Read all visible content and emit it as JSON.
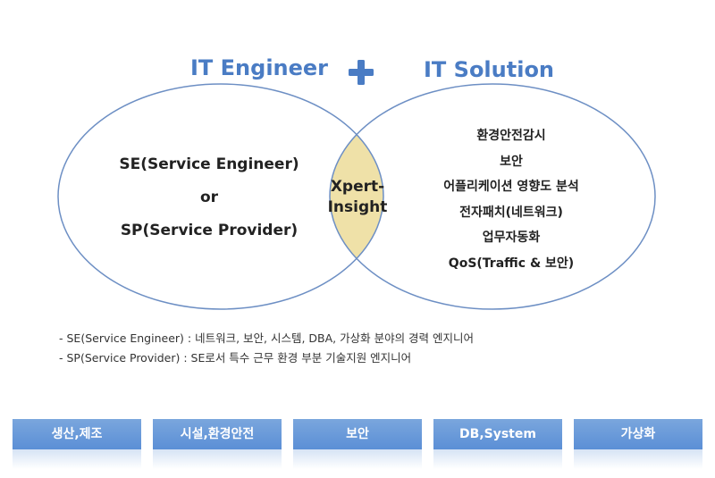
{
  "titles": {
    "left": "IT Engineer",
    "right": "IT Solution"
  },
  "icons": {
    "plus": "plus-icon"
  },
  "colors": {
    "accent_blue": "#4a7cc4",
    "circle_stroke": "#6d8fc4",
    "intersection_fill": "#efe1a8",
    "tab_fill": "#5b8fd6"
  },
  "left_circle": {
    "line1": "SE(Service Engineer)",
    "line2": "or",
    "line3": "SP(Service Provider)"
  },
  "center": {
    "line1": "Xpert-",
    "line2": "Insight"
  },
  "solutions": [
    "환경안전감시",
    "보안",
    "어플리케이션 영향도 분석",
    "전자패치(네트워크)",
    "업무자동화",
    "QoS(Traffic & 보안)"
  ],
  "notes": [
    "- SE(Service Engineer) : 네트워크, 보안, 시스템, DBA, 가상화 분야의 경력 엔지니어",
    "- SP(Service Provider) : SE로서 특수 근무 환경 부분 기술지원 엔지니어"
  ],
  "tabs": [
    "생산,제조",
    "시설,환경안전",
    "보안",
    "DB,System",
    "가상화"
  ]
}
